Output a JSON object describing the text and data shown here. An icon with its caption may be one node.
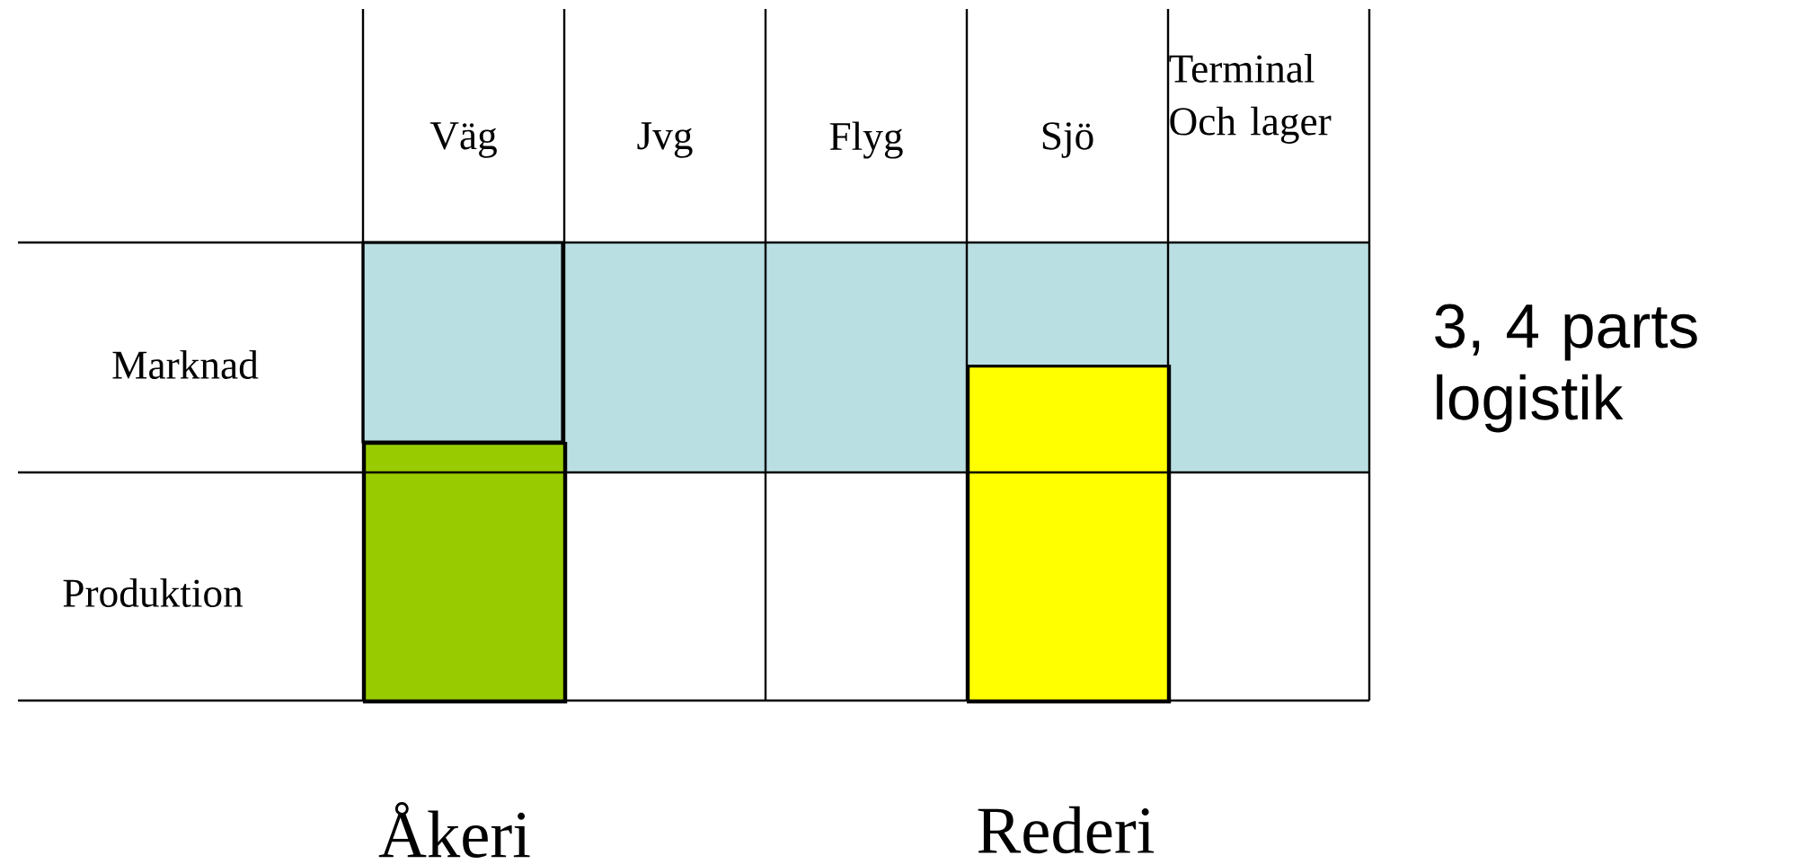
{
  "diagram": {
    "nodes": [
      {
        "text": [],
        "shape": "bar"
      },
      {
        "text": [],
        "shape": "bar",
        "beside": [
          "Åkeri"
        ]
      },
      {
        "text": [],
        "shape": "bar",
        "beside": [
          "Rederi"
        ]
      }
    ],
    "labels": [
      "Väg",
      "Jvg",
      "Flyg",
      "Sjö",
      "Terminal Och lager",
      "Marknad",
      "Produktion",
      "3, 4 parts logistik"
    ]
  }
}
